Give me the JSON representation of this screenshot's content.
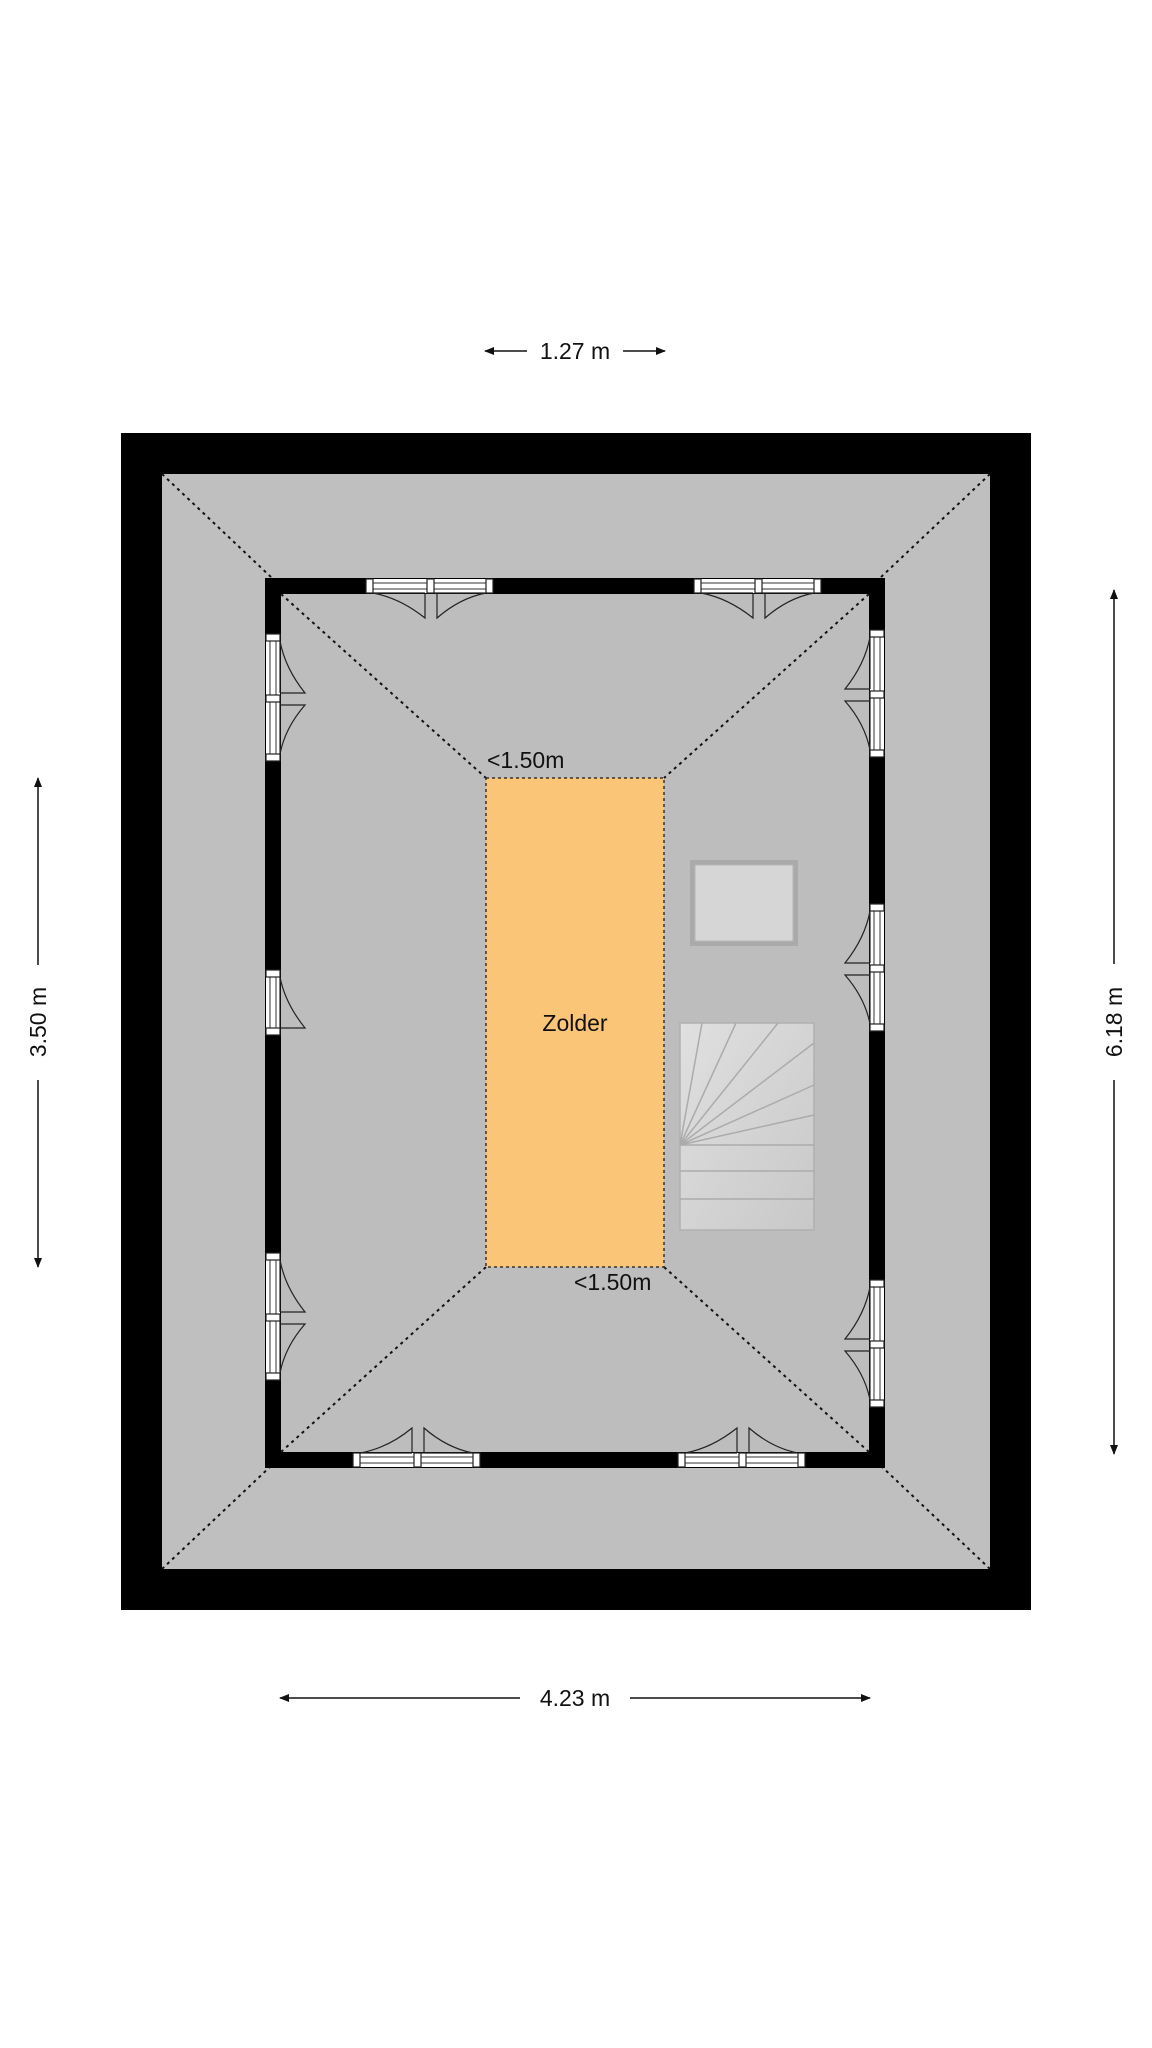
{
  "dimensions": {
    "top": "1.27 m",
    "bottom": "4.23 m",
    "left": "3.50 m",
    "right": "6.18 m"
  },
  "room": {
    "name": "Zolder",
    "height_note_top": "<1.50m",
    "height_note_bottom": "<1.50m"
  },
  "colors": {
    "outer_wall": "#000000",
    "roof_floor": "#bfbfbf",
    "room_fill": "#fbc578",
    "stair_fill": "#d2d2d2",
    "background": "#ffffff"
  },
  "icons": [
    "arrow-icon",
    "window-icon",
    "stair-icon",
    "hatch-icon"
  ]
}
